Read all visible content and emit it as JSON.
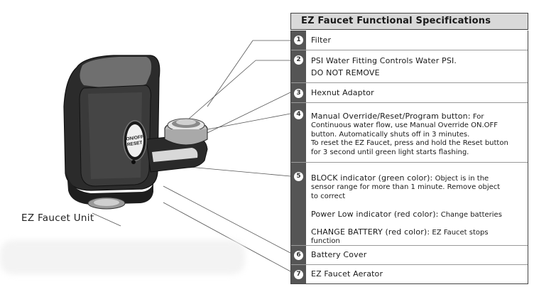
{
  "panel": {
    "title": "EZ Faucet Functional Specifications",
    "items": [
      {
        "num": "1",
        "lines": [
          "Filter"
        ]
      },
      {
        "num": "2",
        "lines": [
          "PSI Water Fitting Controls Water PSI.",
          "DO NOT REMOVE"
        ]
      },
      {
        "num": "3",
        "lines": [
          "Hexnut Adaptor"
        ]
      },
      {
        "num": "4",
        "heading": "Manual Override/Reset/Program button:",
        "heading_tail": " For",
        "body": [
          "Continuous water flow, use Manual Override ON.OFF",
          "button. Automatically shuts off in 3 minutes.",
          "To reset the EZ Faucet, press and hold the Reset button",
          "for 3 second until green light starts flashing."
        ]
      },
      {
        "num": "5",
        "blocks": [
          {
            "heading": "BLOCK indicator (green color):",
            "tail": " Object is in the",
            "body": [
              "sensor range for more than 1 minute. Remove object",
              "to correct"
            ]
          },
          {
            "heading": "Power Low indicator (red color):",
            "tail": " Change batteries",
            "body": []
          },
          {
            "heading": "CHANGE BATTERY (red color):",
            "tail": " EZ Faucet stops",
            "body": [
              "function"
            ]
          }
        ]
      },
      {
        "num": "6",
        "lines": [
          "Battery Cover"
        ]
      },
      {
        "num": "7",
        "lines": [
          "EZ Faucet Aerator"
        ]
      }
    ]
  },
  "device": {
    "label": "EZ Faucet Unit",
    "button_text_line1": "ON/OFF",
    "button_text_line2": "RESET"
  }
}
